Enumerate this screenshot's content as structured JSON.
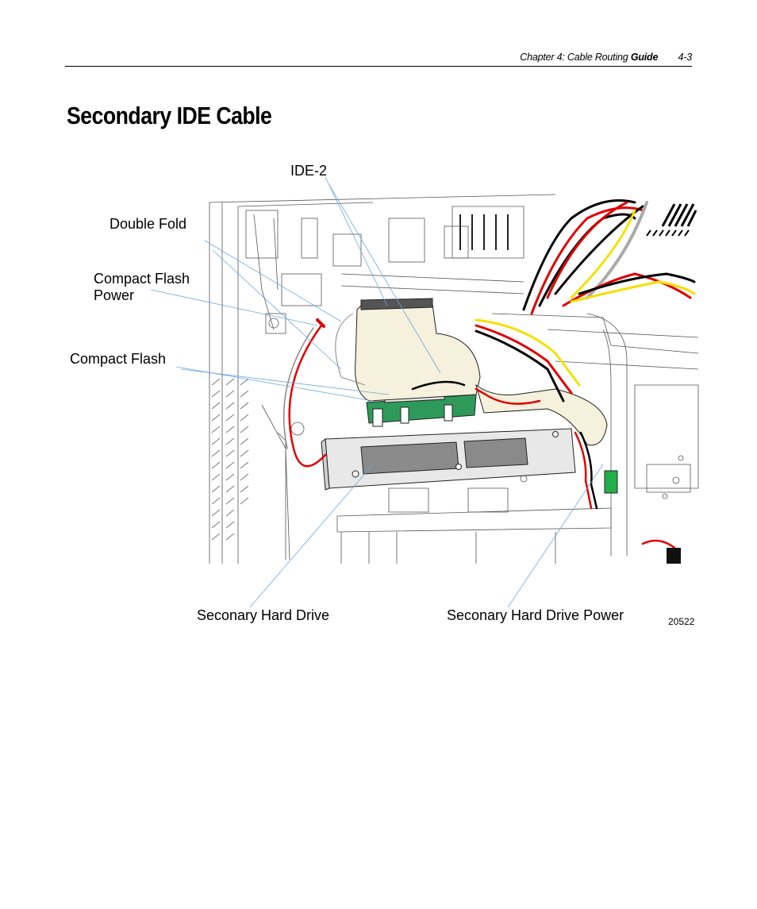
{
  "header": {
    "chapter": "Chapter 4:  Cable Routing",
    "guide": "Guide",
    "page_number": "4-3"
  },
  "title": "Secondary IDE Cable",
  "figure": {
    "labels": {
      "ide2": "IDE-2",
      "double_fold": "Double Fold",
      "cf_power_line1": "Compact Flash",
      "cf_power_line2": "Power",
      "compact_flash": "Compact Flash",
      "secondary_hd": "Seconary Hard Drive",
      "secondary_hd_power": "Seconary Hard Drive Power"
    },
    "figure_number": "20522",
    "colors": {
      "ribbon_cable": "#f6f1dc",
      "pcb_green": "#2e9a5a",
      "wire_red": "#e00000",
      "wire_yellow": "#f5e000",
      "wire_black": "#000000",
      "callout_line": "#6fa8dc"
    }
  }
}
